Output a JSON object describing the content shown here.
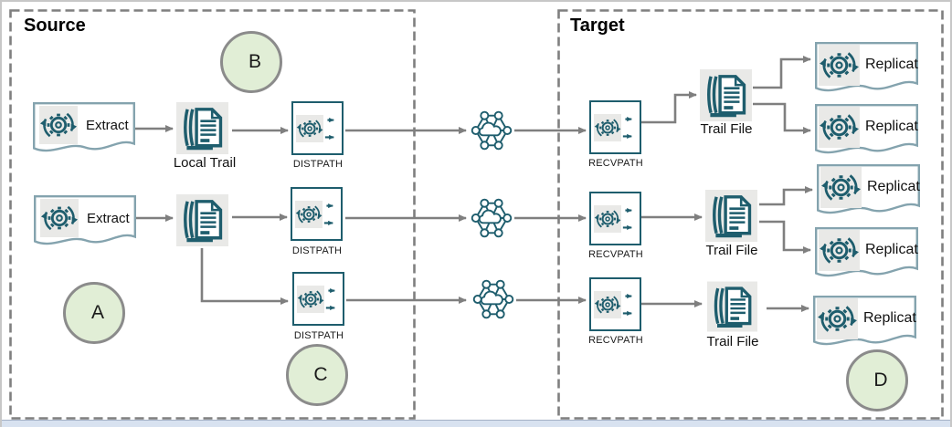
{
  "diagram": "GoldenGate distribution paths between Source and Target",
  "source": {
    "title": "Source",
    "extracts": [
      "Extract",
      "Extract"
    ],
    "local_trail": "Local Trail",
    "distpaths": [
      "DISTPATH",
      "DISTPATH",
      "DISTPATH"
    ]
  },
  "target": {
    "title": "Target",
    "recvpaths": [
      "RECVPATH",
      "RECVPATH",
      "RECVPATH"
    ],
    "trail_files": [
      "Trail File",
      "Trail File",
      "Trail File"
    ],
    "replicats": [
      "Replicat",
      "Replicat",
      "Replicat",
      "Replicat",
      "Replicat"
    ]
  },
  "markers": [
    "A",
    "B",
    "C",
    "D"
  ],
  "colors": {
    "icon_teal": "#1E5D6D",
    "doc_border": "#84A3AE",
    "path_border": "#1E5D6D",
    "arrow_gray": "#7F7F7F",
    "dashed_border": "#7F7F7F",
    "callout_fill": "#E1EED6",
    "callout_border": "#8B8B8B",
    "icon_bg": "#E9E9E7"
  }
}
